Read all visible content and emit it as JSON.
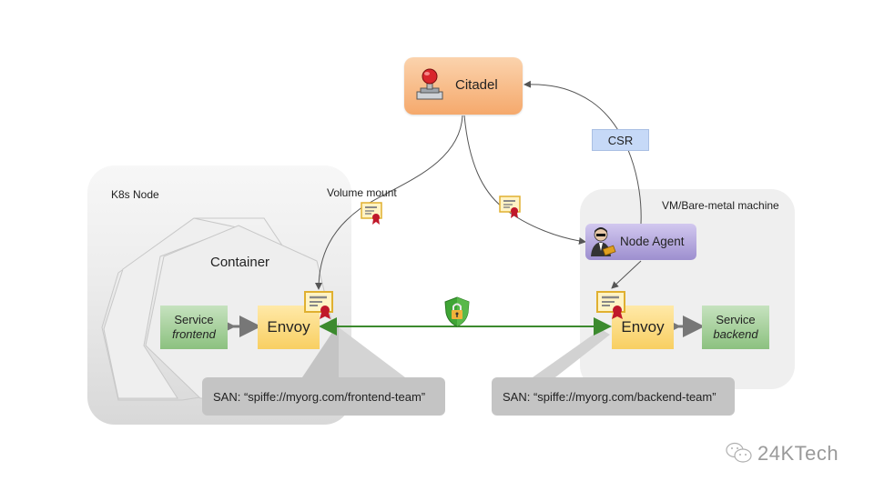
{
  "citadel": {
    "label": "Citadel",
    "icon": "rubber-stamp-icon",
    "color": "#f5a96c"
  },
  "k8s_node": {
    "label": "K8s Node",
    "container_label": "Container",
    "volume_mount_label": "Volume mount",
    "service": {
      "title": "Service",
      "name": "frontend"
    },
    "envoy_label": "Envoy",
    "san_label": "SAN: “spiffe://myorg.com/frontend-team”"
  },
  "vm_node": {
    "label": "VM/Bare-metal machine",
    "node_agent_label": "Node Agent",
    "node_agent_icon": "agent-person-icon",
    "service": {
      "title": "Service",
      "name": "backend"
    },
    "envoy_label": "Envoy",
    "san_label": "SAN: “spiffe://myorg.com/backend-team”"
  },
  "csr_label": "CSR",
  "mtls_icon": "shield-lock-icon",
  "colors": {
    "mtls_line": "#3c8a2e",
    "service": "#8cc17f",
    "envoy": "#f8cf62",
    "node_agent": "#9d8fcf",
    "csr": "#c6d9f7"
  },
  "watermark": {
    "text": "24KTech",
    "icon": "wechat-icon"
  }
}
